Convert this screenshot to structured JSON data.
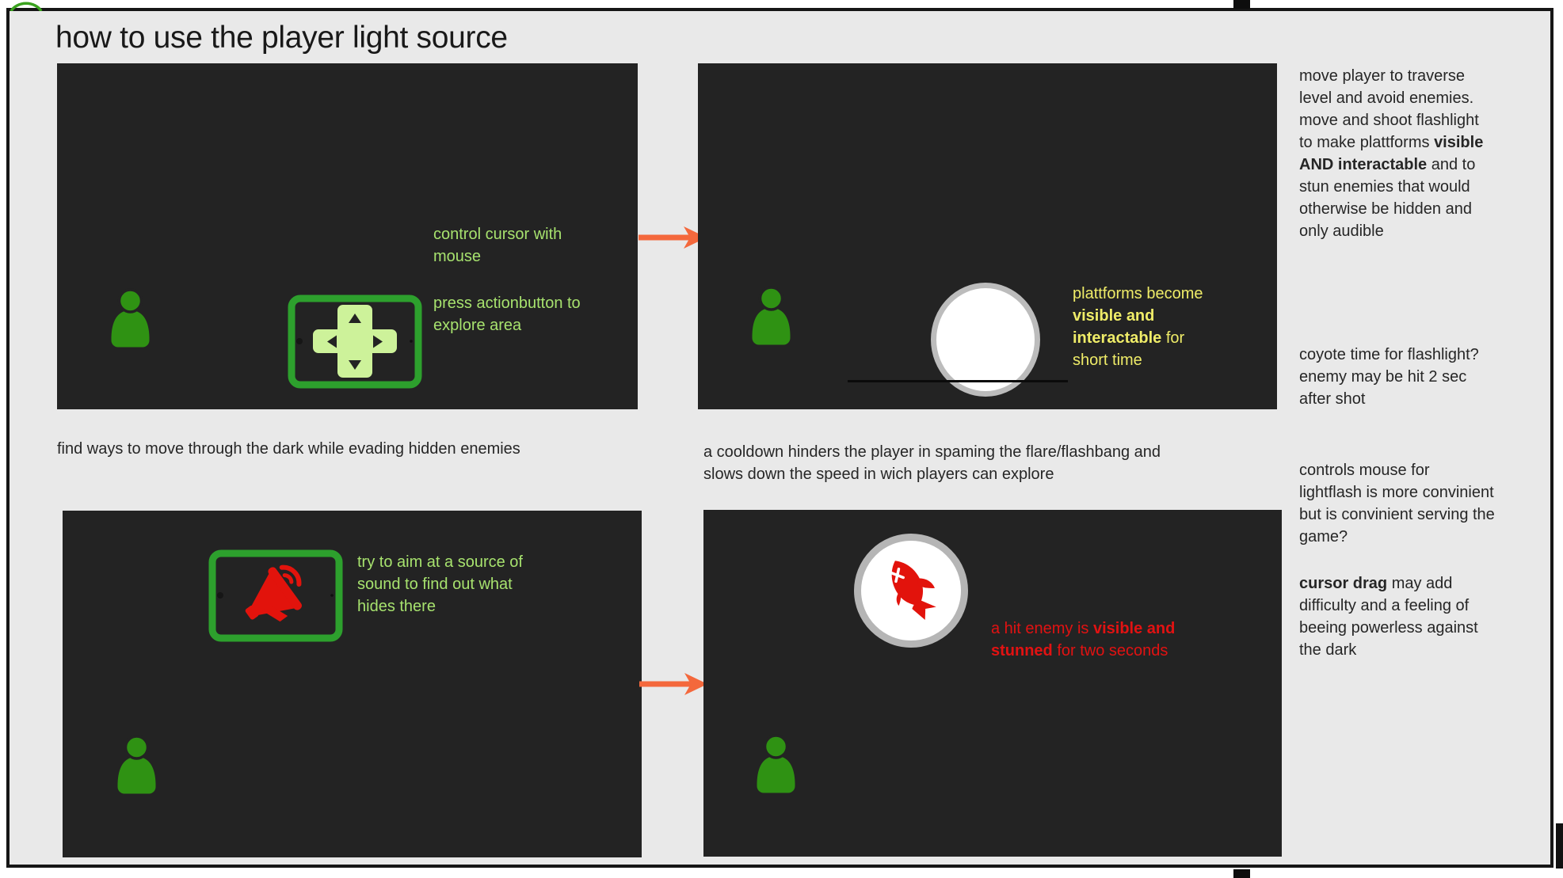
{
  "title": "how to use the player light source",
  "colors": {
    "player_green": "#2f9213",
    "device_green": "#2da02d",
    "dpad_light_green": "#cdf29a",
    "text_green": "#a7e26e",
    "text_yellow": "#efec68",
    "alert_red": "#e2130c",
    "arrow_orange": "#f4683c",
    "panel_dark": "#232323",
    "canvas_gray": "#e9e9e9"
  },
  "panel_controls": {
    "note_mouse": "control cursor with\nmouse",
    "note_action": "press actionbutton to\nexplore area"
  },
  "panel_flashlight": {
    "note_platforms": [
      {
        "text": "plattforms become\n",
        "bold": false
      },
      {
        "text": "visible and\ninteractable",
        "bold": true
      },
      {
        "text": " for\nshort time",
        "bold": false
      }
    ]
  },
  "panel_sound": {
    "note_aim": "try to aim at a source of\nsound to find out what\nhides there"
  },
  "panel_enemy": {
    "note_hit": [
      {
        "text": "a hit enemy is ",
        "bold": false
      },
      {
        "text": "visible and\nstunned",
        "bold": true
      },
      {
        "text": " for two seconds",
        "bold": false
      }
    ]
  },
  "captions": {
    "find_ways": "find ways to move through the dark while evading hidden enemies",
    "cooldown": "a cooldown hinders the player in spaming the flare/flashbang and\nslows down the speed in wich players can explore"
  },
  "side_notes": {
    "traverse": [
      {
        "text": "move player to traverse\nlevel and avoid enemies.\nmove and shoot flashlight\nto make plattforms ",
        "bold": false
      },
      {
        "text": "visible\nAND interactable",
        "bold": true
      },
      {
        "text": " and to\nstun enemies that would\notherwise be hidden and\nonly audible",
        "bold": false
      }
    ],
    "coyote": [
      {
        "text": "coyote time for flashlight?\nenemy may be hit 2 sec\nafter shot",
        "bold": false
      }
    ],
    "controls": [
      {
        "text": "controls mouse for\nlightflash is more convinient\nbut is convinient serving the\ngame?",
        "bold": false
      }
    ],
    "cursor_drag": [
      {
        "text": "cursor drag",
        "bold": true
      },
      {
        "text": " may add\ndifficulty and a feeling of\nbeeing powerless against\nthe dark",
        "bold": false
      }
    ]
  }
}
